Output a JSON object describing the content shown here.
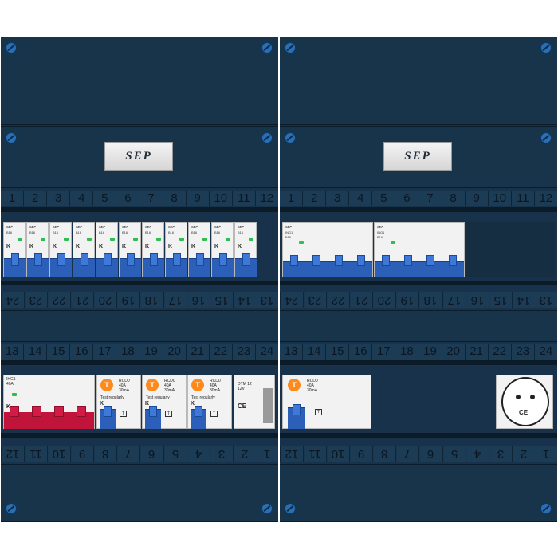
{
  "brand": "SEP",
  "left": {
    "top_numbers": [
      "1",
      "2",
      "3",
      "4",
      "5",
      "6",
      "7",
      "8",
      "9",
      "10",
      "11",
      "12"
    ],
    "mid_numbers_rev": [
      "24",
      "23",
      "22",
      "21",
      "20",
      "19",
      "18",
      "17",
      "16",
      "15",
      "14",
      "13"
    ],
    "row2_numbers": [
      "13",
      "14",
      "15",
      "16",
      "17",
      "18",
      "19",
      "20",
      "21",
      "22",
      "23",
      "24"
    ],
    "bottom_numbers_rev": [
      "12",
      "11",
      "10",
      "9",
      "8",
      "7",
      "6",
      "5",
      "4",
      "3",
      "2",
      "1"
    ],
    "mcb_label": "B16",
    "mcb_count": 11,
    "isolator_label": "IHG1",
    "isolator_rating": "40A",
    "rcbo_label": "T",
    "rcbo_text": [
      "RCD0",
      "40A",
      "30mA"
    ],
    "rcbo_count": 3,
    "test_label": "Test regularly",
    "transformer_text": [
      "DTM 12",
      "12V"
    ]
  },
  "right": {
    "top_numbers": [
      "1",
      "2",
      "3",
      "4",
      "5",
      "6",
      "7",
      "8",
      "9",
      "10",
      "11",
      "12"
    ],
    "mid_numbers_rev": [
      "24",
      "23",
      "22",
      "21",
      "20",
      "19",
      "18",
      "17",
      "16",
      "15",
      "14",
      "13"
    ],
    "row2_numbers": [
      "13",
      "14",
      "15",
      "16",
      "17",
      "18",
      "19",
      "20",
      "21",
      "22",
      "23",
      "24"
    ],
    "bottom_numbers_rev": [
      "12",
      "11",
      "10",
      "9",
      "8",
      "7",
      "6",
      "5",
      "4",
      "3",
      "2",
      "1"
    ],
    "rcd_labels": [
      "ING1",
      "ING1"
    ],
    "rcd_rating": "B16",
    "rcbo_label": "T",
    "rcbo_text": [
      "RCD0",
      "40A",
      "30mA"
    ],
    "socket_mark": "CE"
  },
  "colors": {
    "panel": "#17344b",
    "breaker_blue": "#2b5fb8",
    "isolator_red": "#c0143b",
    "test_orange": "#ff8a1c",
    "led_green": "#2fbf4f"
  }
}
